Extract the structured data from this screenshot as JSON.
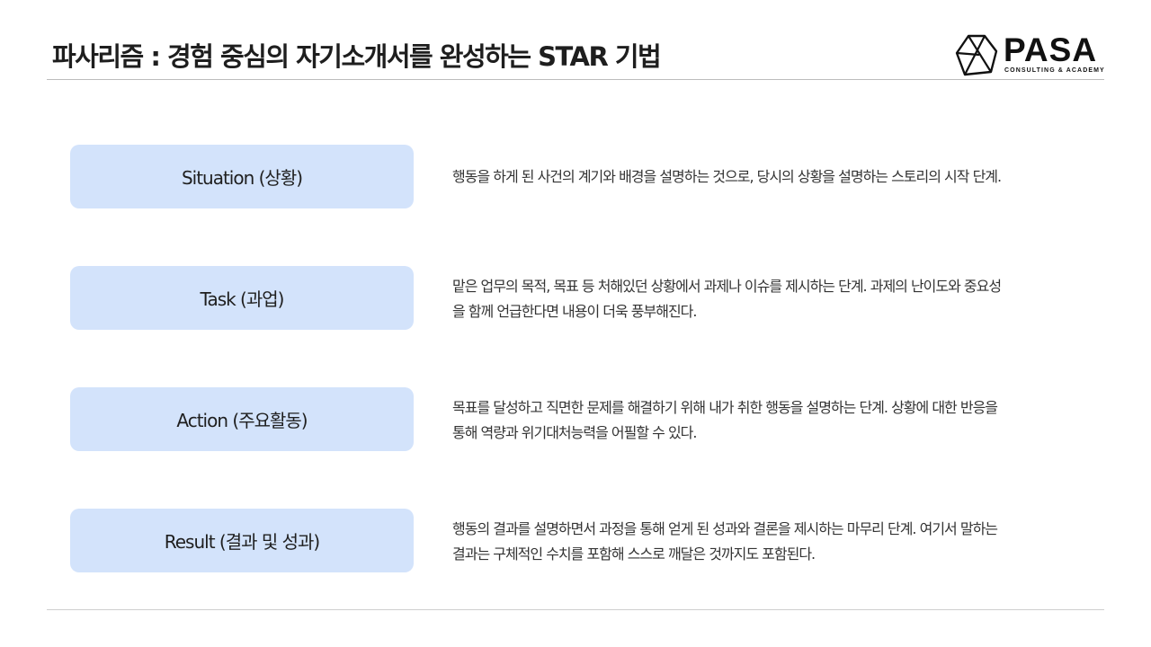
{
  "header": {
    "title": "파사리즘 : 경험 중심의 자기소개서를 완성하는 STAR 기법"
  },
  "logo": {
    "wordmark": "PASA",
    "tagline": "CONSULTING & ACADEMY"
  },
  "steps": [
    {
      "label": "Situation (상황)",
      "description_lines": [
        "행동을 하게 된 사건의 계기와 배경을 설명하는 것으로, 당시의 상황을 설명하는 스토리의 시작 단계."
      ]
    },
    {
      "label": "Task (과업)",
      "description_lines": [
        "맡은 업무의 목적, 목표 등 처해있던 상황에서 과제나 이슈를 제시하는 단계. 과제의 난이도와 중요성",
        "을 함께 언급한다면 내용이 더욱 풍부해진다."
      ]
    },
    {
      "label": "Action (주요활동)",
      "description_lines": [
        "목표를 달성하고 직면한 문제를 해결하기 위해 내가 취한 행동을 설명하는 단계. 상황에 대한 반응을",
        "통해 역량과 위기대처능력을 어필할 수 있다."
      ]
    },
    {
      "label": "Result (결과 및 성과)",
      "description_lines": [
        "행동의 결과를 설명하면서 과정을 통해 얻게 된 성과와 결론을 제시하는 마무리 단계. 여기서 말하는",
        "결과는 구체적인 수치를 포함해 스스로 깨달은 것까지도 포함된다."
      ]
    }
  ],
  "colors": {
    "box_fill": "#d3e3fb",
    "title_text": "#1e1e1e",
    "body_text": "#333333",
    "rule": "#bdbdbd"
  },
  "icons": {
    "logo_mark": "hexagon-icon"
  }
}
